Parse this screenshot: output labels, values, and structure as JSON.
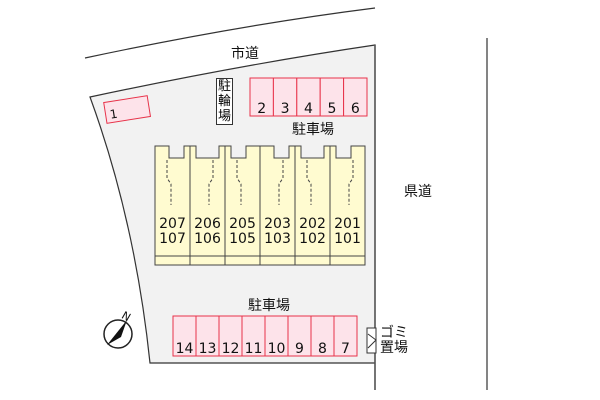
{
  "roads": {
    "city_road": "市道",
    "prefectural_road": "県道"
  },
  "bicycle_parking": "駐輪場",
  "parking_label_top": "駐車場",
  "parking_label_bottom": "駐車場",
  "garbage": {
    "line1": "ゴミ",
    "line2": "置場"
  },
  "compass": "N",
  "parking_single": [
    "1"
  ],
  "parking_top": [
    "2",
    "3",
    "4",
    "5",
    "6"
  ],
  "parking_bottom": [
    "14",
    "13",
    "12",
    "11",
    "10",
    "9",
    "8",
    "7"
  ],
  "units": [
    {
      "upper": "207",
      "lower": "107"
    },
    {
      "upper": "206",
      "lower": "106"
    },
    {
      "upper": "205",
      "lower": "105"
    },
    {
      "upper": "203",
      "lower": "103"
    },
    {
      "upper": "202",
      "lower": "102"
    },
    {
      "upper": "201",
      "lower": "101"
    }
  ],
  "colors": {
    "lot": "#f2f2f2",
    "building": "#fffbd0",
    "parking_fill": "#fde3ea",
    "parking_stroke": "#e8334a"
  }
}
